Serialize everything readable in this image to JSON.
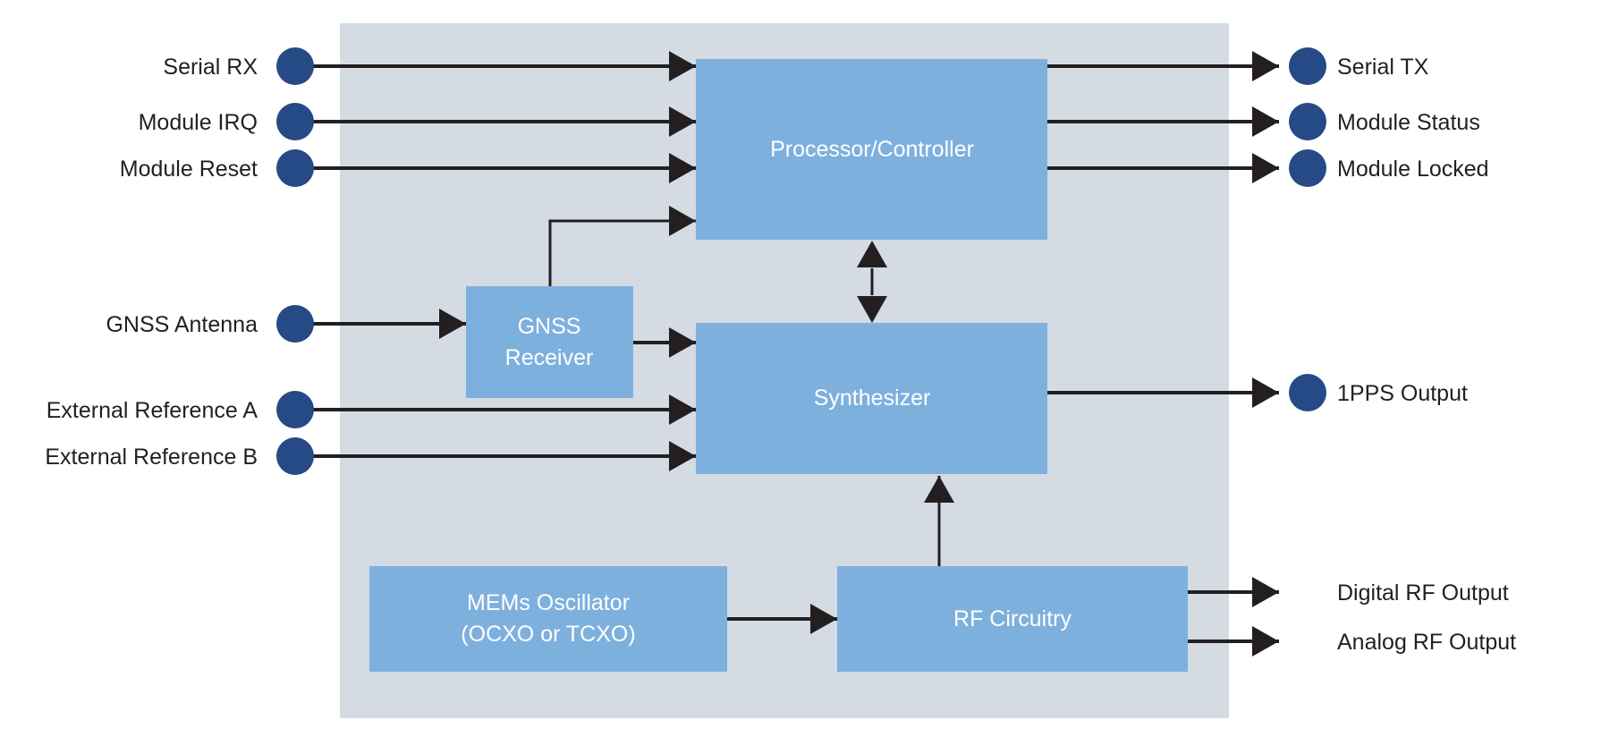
{
  "colors": {
    "panel": "#d4dbe3",
    "block": "#7eb0de",
    "pin": "#264a85",
    "line": "#231f20",
    "block_text": "#ffffff",
    "label_text": "#231f20"
  },
  "blocks": {
    "processor": {
      "label": "Processor/Controller"
    },
    "gnss_receiver": {
      "line1": "GNSS",
      "line2": "Receiver"
    },
    "synthesizer": {
      "label": "Synthesizer"
    },
    "mems_oscillator": {
      "line1": "MEMs Oscillator",
      "line2": "(OCXO or TCXO)"
    },
    "rf_circuitry": {
      "label": "RF Circuitry"
    }
  },
  "inputs": [
    {
      "label": "Serial RX",
      "pin": "pin-icon"
    },
    {
      "label": "Module IRQ",
      "pin": "pin-icon"
    },
    {
      "label": "Module Reset",
      "pin": "pin-icon"
    },
    {
      "label": "GNSS Antenna",
      "pin": "pin-icon"
    },
    {
      "label": "External Reference A",
      "pin": "pin-icon"
    },
    {
      "label": "External Reference B",
      "pin": "pin-icon"
    }
  ],
  "outputs": [
    {
      "label": "Serial TX",
      "pin": "pin-icon"
    },
    {
      "label": "Module Status",
      "pin": "pin-icon"
    },
    {
      "label": "Module Locked",
      "pin": "pin-icon"
    },
    {
      "label": "1PPS Output",
      "pin": "pin-icon"
    },
    {
      "label": "Digital RF Output",
      "pin": null
    },
    {
      "label": "Analog RF Output",
      "pin": null
    }
  ],
  "connections": [
    {
      "from": "Serial RX",
      "to": "Processor/Controller"
    },
    {
      "from": "Module IRQ",
      "to": "Processor/Controller"
    },
    {
      "from": "Module Reset",
      "to": "Processor/Controller"
    },
    {
      "from": "GNSS Receiver",
      "to": "Processor/Controller"
    },
    {
      "from": "GNSS Antenna",
      "to": "GNSS Receiver"
    },
    {
      "from": "GNSS Receiver",
      "to": "Synthesizer"
    },
    {
      "from": "External Reference A",
      "to": "Synthesizer"
    },
    {
      "from": "External Reference B",
      "to": "Synthesizer"
    },
    {
      "from": "Processor/Controller",
      "to": "Synthesizer",
      "bidirectional": true
    },
    {
      "from": "MEMs Oscillator",
      "to": "RF Circuitry"
    },
    {
      "from": "RF Circuitry",
      "to": "Synthesizer"
    },
    {
      "from": "Processor/Controller",
      "to": "Serial TX"
    },
    {
      "from": "Processor/Controller",
      "to": "Module Status"
    },
    {
      "from": "Processor/Controller",
      "to": "Module Locked"
    },
    {
      "from": "Synthesizer",
      "to": "1PPS Output"
    },
    {
      "from": "RF Circuitry",
      "to": "Digital RF Output"
    },
    {
      "from": "RF Circuitry",
      "to": "Analog RF Output"
    }
  ]
}
